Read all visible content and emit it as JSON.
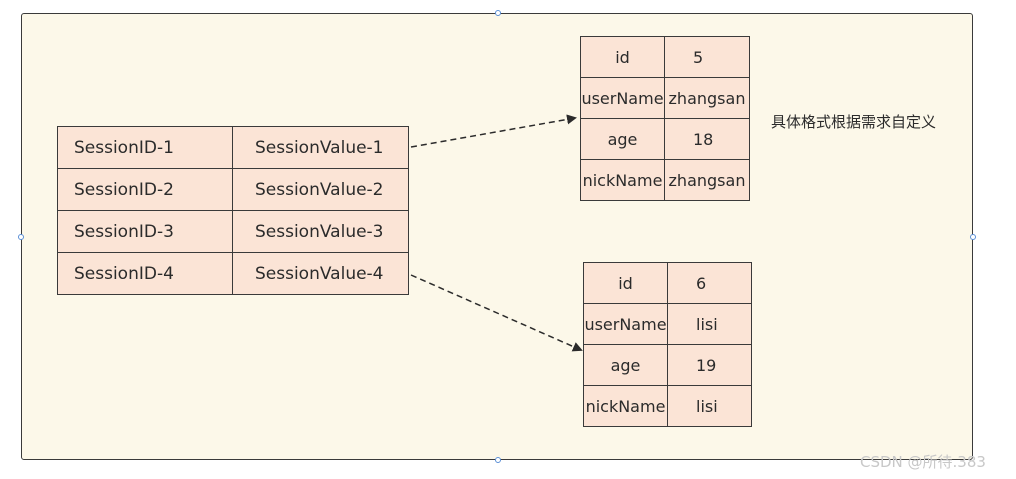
{
  "session_table": {
    "rows": [
      {
        "id": "SessionID-1",
        "value": "SessionValue-1"
      },
      {
        "id": "SessionID-2",
        "value": "SessionValue-2"
      },
      {
        "id": "SessionID-3",
        "value": "SessionValue-3"
      },
      {
        "id": "SessionID-4",
        "value": "SessionValue-4"
      }
    ]
  },
  "object_1": {
    "rows": [
      {
        "key": "id",
        "value": "5"
      },
      {
        "key": "userName",
        "value": "zhangsan"
      },
      {
        "key": "age",
        "value": "18"
      },
      {
        "key": "nickName",
        "value": "zhangsan"
      }
    ]
  },
  "object_2": {
    "rows": [
      {
        "key": "id",
        "value": "6"
      },
      {
        "key": "userName",
        "value": "lisi"
      },
      {
        "key": "age",
        "value": "19"
      },
      {
        "key": "nickName",
        "value": "lisi"
      }
    ]
  },
  "note": "具体格式根据需求自定义",
  "watermark": "CSDN @所待.383",
  "colors": {
    "frame_fill": "#fcf8e9",
    "cell_fill": "#fbe4d6",
    "stroke": "#3a3a3a",
    "handle": "#5b8fd6"
  }
}
